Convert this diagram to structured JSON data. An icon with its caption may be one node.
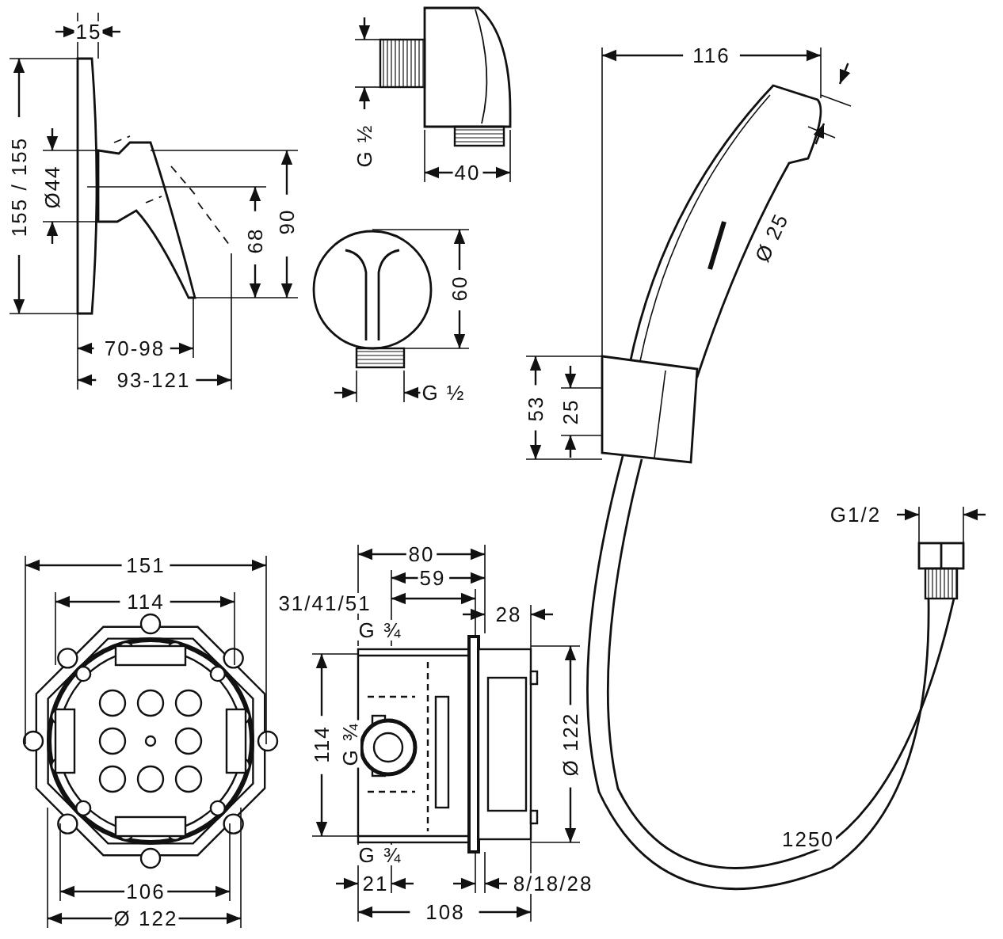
{
  "diagram": {
    "labels": [
      "15",
      "155 / 155",
      "Ø44",
      "90",
      "68",
      "70-98",
      "93-121",
      "G ½",
      "40",
      "60",
      "G ½",
      "116",
      "Ø 25",
      "53",
      "25",
      "G1/2",
      "151",
      "114",
      "80",
      "59",
      "31/41/51",
      "28",
      "G ¾",
      "114",
      "G ¾",
      "Ø 122",
      "G ¾",
      "106",
      "Ø 122",
      "21",
      "8/18/28",
      "108",
      "1250"
    ]
  }
}
